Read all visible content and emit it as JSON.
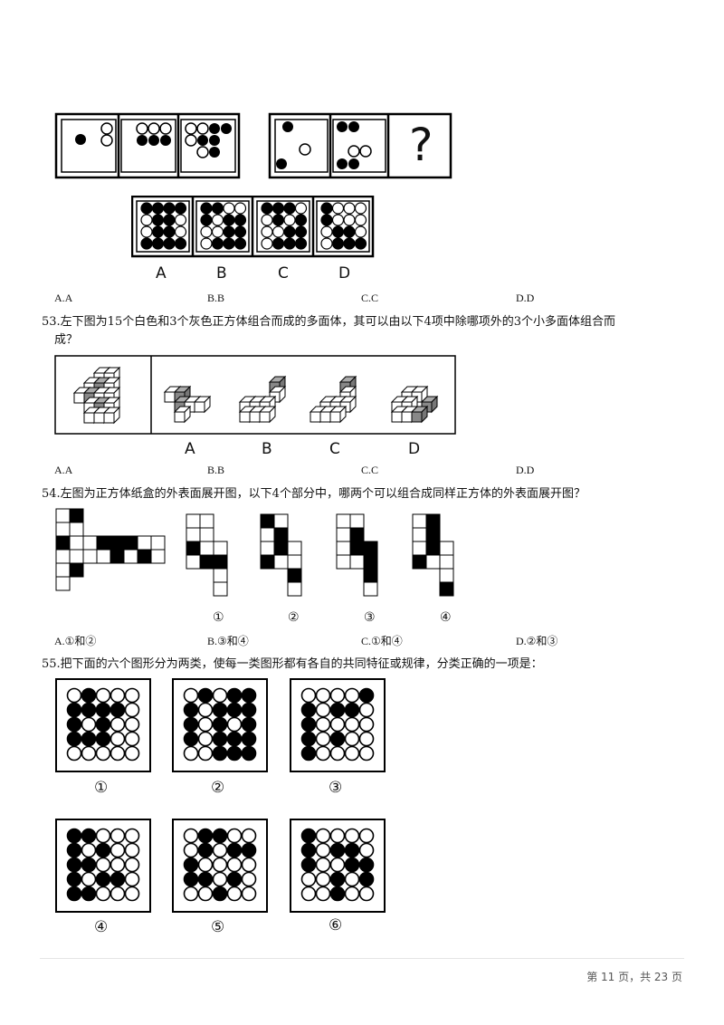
{
  "q52": {
    "options": [
      "A.A",
      "B.B",
      "C.C",
      "D.D"
    ],
    "choice_letters": [
      "A",
      "B",
      "C",
      "D"
    ],
    "question_mark": "?"
  },
  "q53": {
    "text_line1": "53.左下图为15个白色和3个灰色正方体组合而成的多面体，其可以由以下4项中除哪项外的3个小多面体组合而",
    "text_line2": "成？",
    "choice_letters": [
      "A",
      "B",
      "C",
      "D"
    ],
    "options": [
      "A.A",
      "B.B",
      "C.C",
      "D.D"
    ]
  },
  "q54": {
    "text": "54.左图为正方体纸盒的外表面展开图，以下4个部分中，哪两个可以组合成同样正方体的外表面展开图？",
    "part_labels": [
      "①",
      "②",
      "③",
      "④"
    ],
    "options": [
      "A.①和②",
      "B.③和④",
      "C.①和④",
      "D.②和③"
    ]
  },
  "q55": {
    "text": "55.把下面的六个图形分为两类，使每一类图形都有各自的共同特征或规律，分类正确的一项是：",
    "figure_labels": [
      "①",
      "②",
      "③",
      "④",
      "⑤",
      "⑥"
    ]
  },
  "footer": {
    "page": "第 11 页，共 23 页"
  }
}
